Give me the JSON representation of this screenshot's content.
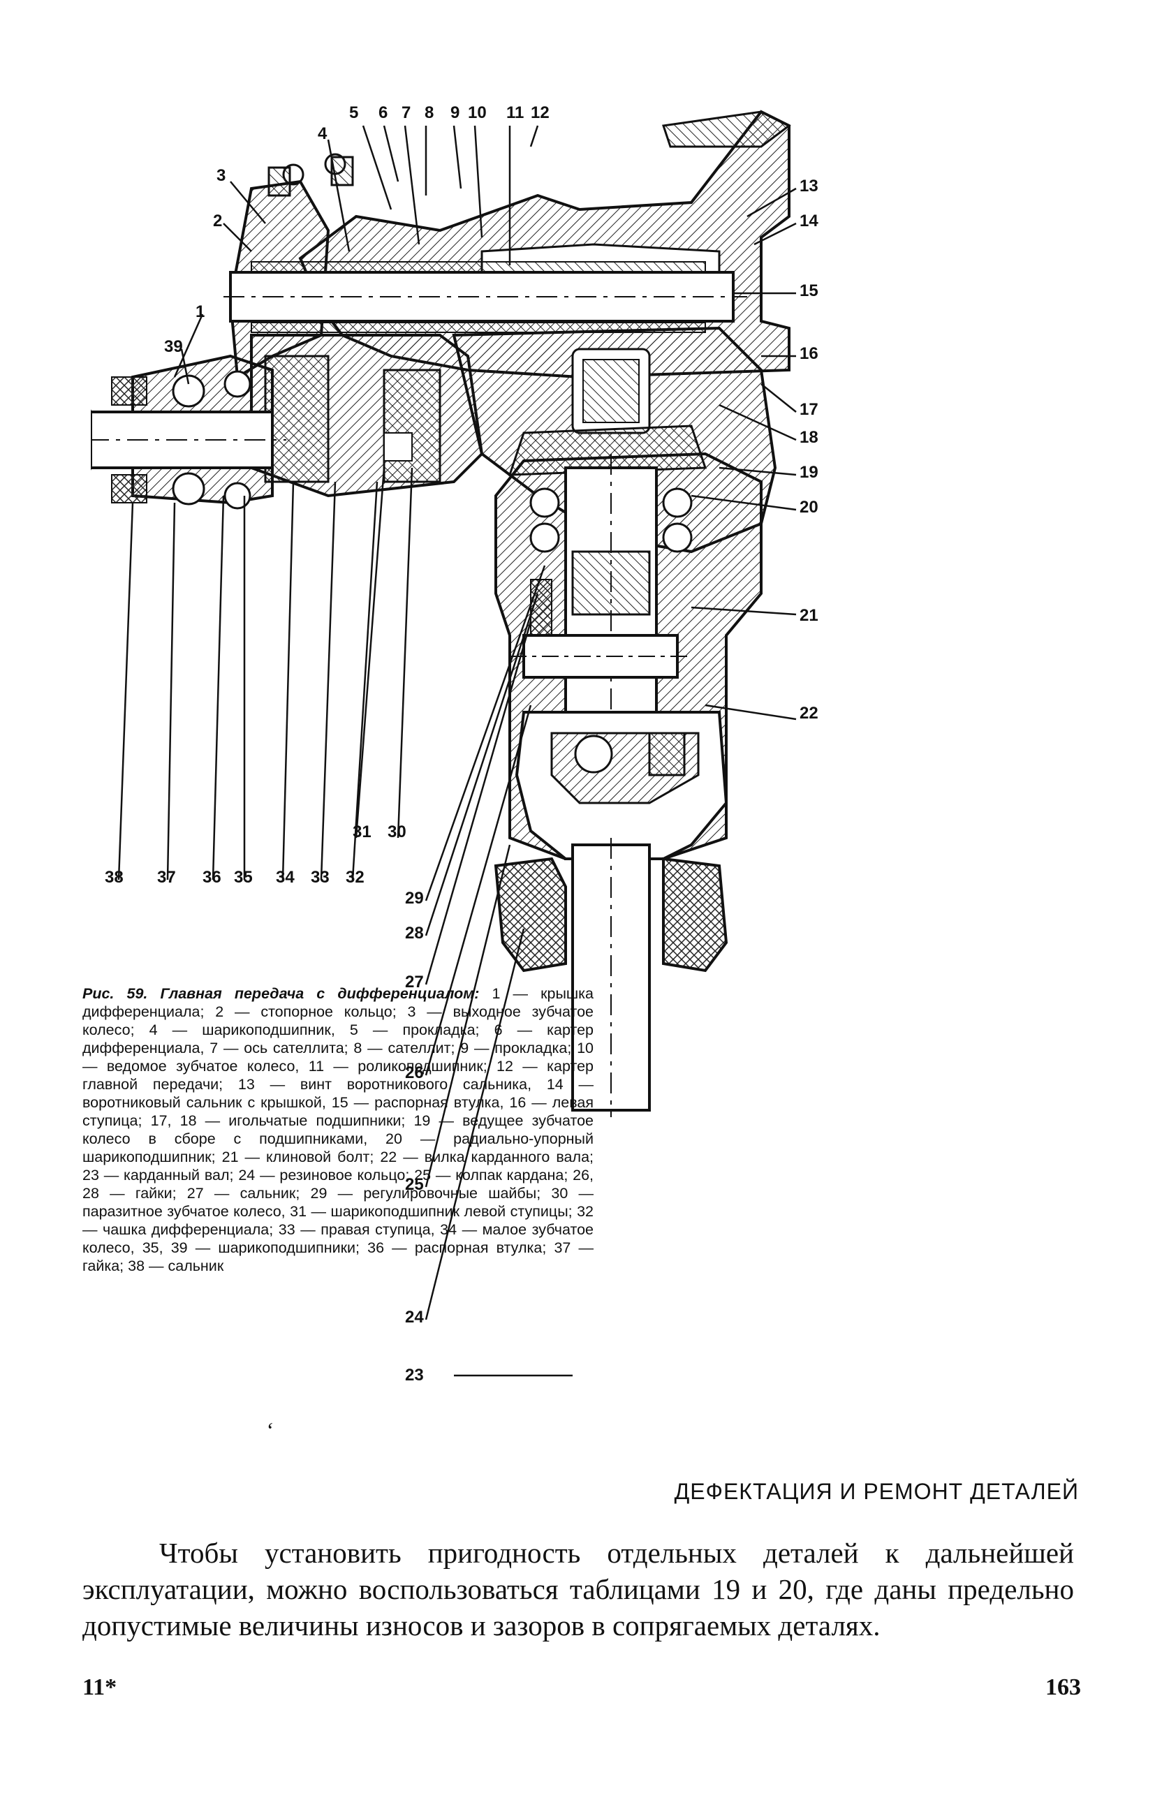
{
  "figure": {
    "callouts": {
      "n5": "5",
      "n6": "6",
      "n7": "7",
      "n8": "8",
      "n9": "9",
      "n10": "10",
      "n11": "11",
      "n12": "12",
      "n4": "4",
      "n3": "3",
      "n2": "2",
      "n1": "1",
      "n39": "39",
      "n13": "13",
      "n14": "14",
      "n15": "15",
      "n16": "16",
      "n17": "17",
      "n18": "18",
      "n19": "19",
      "n20": "20",
      "n38": "38",
      "n37": "37",
      "n36": "36",
      "n35": "35",
      "n34": "34",
      "n33": "33",
      "n32": "32",
      "n31": "31",
      "n30": "30",
      "n29": "29",
      "n28": "28",
      "n27": "27",
      "n26": "26",
      "n25": "25",
      "n24": "24",
      "n23": "23",
      "n21": "21",
      "n22": "22"
    }
  },
  "caption": {
    "heading": "Рис. 59. Главная передача с дифференциалом:",
    "body": "1 — крышка дифференциала; 2 — стопорное кольцо; 3 — выходное зубчатое колесо; 4 — шарикоподшипник, 5 — прокладка; 6 — картер дифференциала, 7 — ось сателлита; 8 — сателлит; 9 — прокладка; 10 — ведомое зубчатое колесо, 11 — роликоподшипник; 12 — картер главной передачи; 13 — винт воротникового сальника, 14 — воротниковый сальник с крышкой, 15 — распорная втулка, 16 — левая ступица; 17, 18 — игольчатые подшипники; 19 — ведущее зубчатое колесо в сборе с подшипниками, 20 — радиально-упорный шарикоподшипник; 21 — клиновой болт; 22 — вилка карданного вала; 23 — карданный вал; 24 — резиновое кольцо; 25 — колпак кардана; 26, 28 — гайки; 27 — сальник; 29 — регулировочные шайбы; 30 — паразитное зубчатое колесо, 31 — шарикоподшипник левой ступицы; 32 — чашка дифференциала; 33 — правая ступица, 34 — малое зубчатое колесо, 35, 39 — шарикоподшипники; 36 — распорная втулка; 37 — гайка; 38 — сальник"
  },
  "stray_mark": "ʻ",
  "section_heading": "ДЕФЕКТАЦИЯ И РЕМОНТ ДЕТАЛЕЙ",
  "body_text": "Чтобы установить пригодность отдельных деталей к дальнейшей эксплуатации, можно воспользоваться таблицами 19 и 20, где даны предельно допустимые величины износов и зазоров в сопрягаемых деталях.",
  "footer": {
    "signature": "11*",
    "page_number": "163"
  }
}
